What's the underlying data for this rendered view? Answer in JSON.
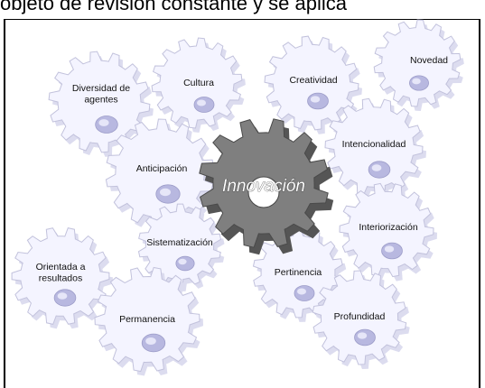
{
  "header_text": "objeto de revisión constante y se aplica",
  "center": {
    "label": "Innovación"
  },
  "gears": [
    {
      "id": "diversidad",
      "lines": [
        "Diversidad de",
        "agentes"
      ]
    },
    {
      "id": "cultura",
      "lines": [
        "Cultura"
      ]
    },
    {
      "id": "creatividad",
      "lines": [
        "Creatividad"
      ]
    },
    {
      "id": "novedad",
      "lines": [
        "Novedad"
      ]
    },
    {
      "id": "intencionalidad",
      "lines": [
        "Intencionalidad"
      ]
    },
    {
      "id": "anticipacion",
      "lines": [
        "Anticipación"
      ]
    },
    {
      "id": "interiorizacion",
      "lines": [
        "Interiorización"
      ]
    },
    {
      "id": "sistematizacion",
      "lines": [
        "Sistematización"
      ]
    },
    {
      "id": "orientada",
      "lines": [
        "Orientada a",
        "resultados"
      ]
    },
    {
      "id": "pertinencia",
      "lines": [
        "Pertinencia"
      ]
    },
    {
      "id": "permanencia",
      "lines": [
        "Permanencia"
      ]
    },
    {
      "id": "profundidad",
      "lines": [
        "Profundidad"
      ]
    }
  ],
  "colors": {
    "gear_fill": "#f4f4ff",
    "gear_stroke": "#c2c2dc",
    "gear_hole": "#b8b8e0",
    "center_fill": "#7f7f7f",
    "center_dark": "#555555"
  }
}
